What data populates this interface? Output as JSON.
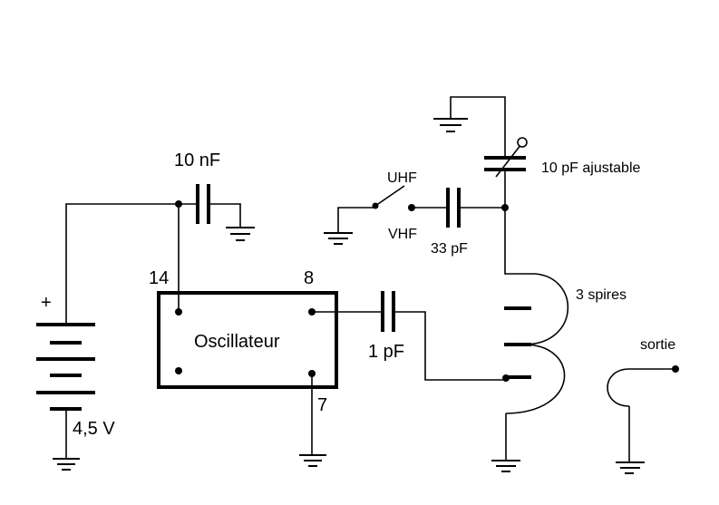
{
  "labels": {
    "c_10nf": "10 nF",
    "c_10pf_adj": "10 pF ajustable",
    "uhf": "UHF",
    "vhf": "VHF",
    "c_33pf": "33 pF",
    "pin_14": "14",
    "pin_8": "8",
    "pin_7": "7",
    "plus": "+",
    "oscillateur": "Oscillateur",
    "c_1pf": "1 pF",
    "spires": "3 spires",
    "sortie": "sortie",
    "voltage": "4,5 V"
  }
}
